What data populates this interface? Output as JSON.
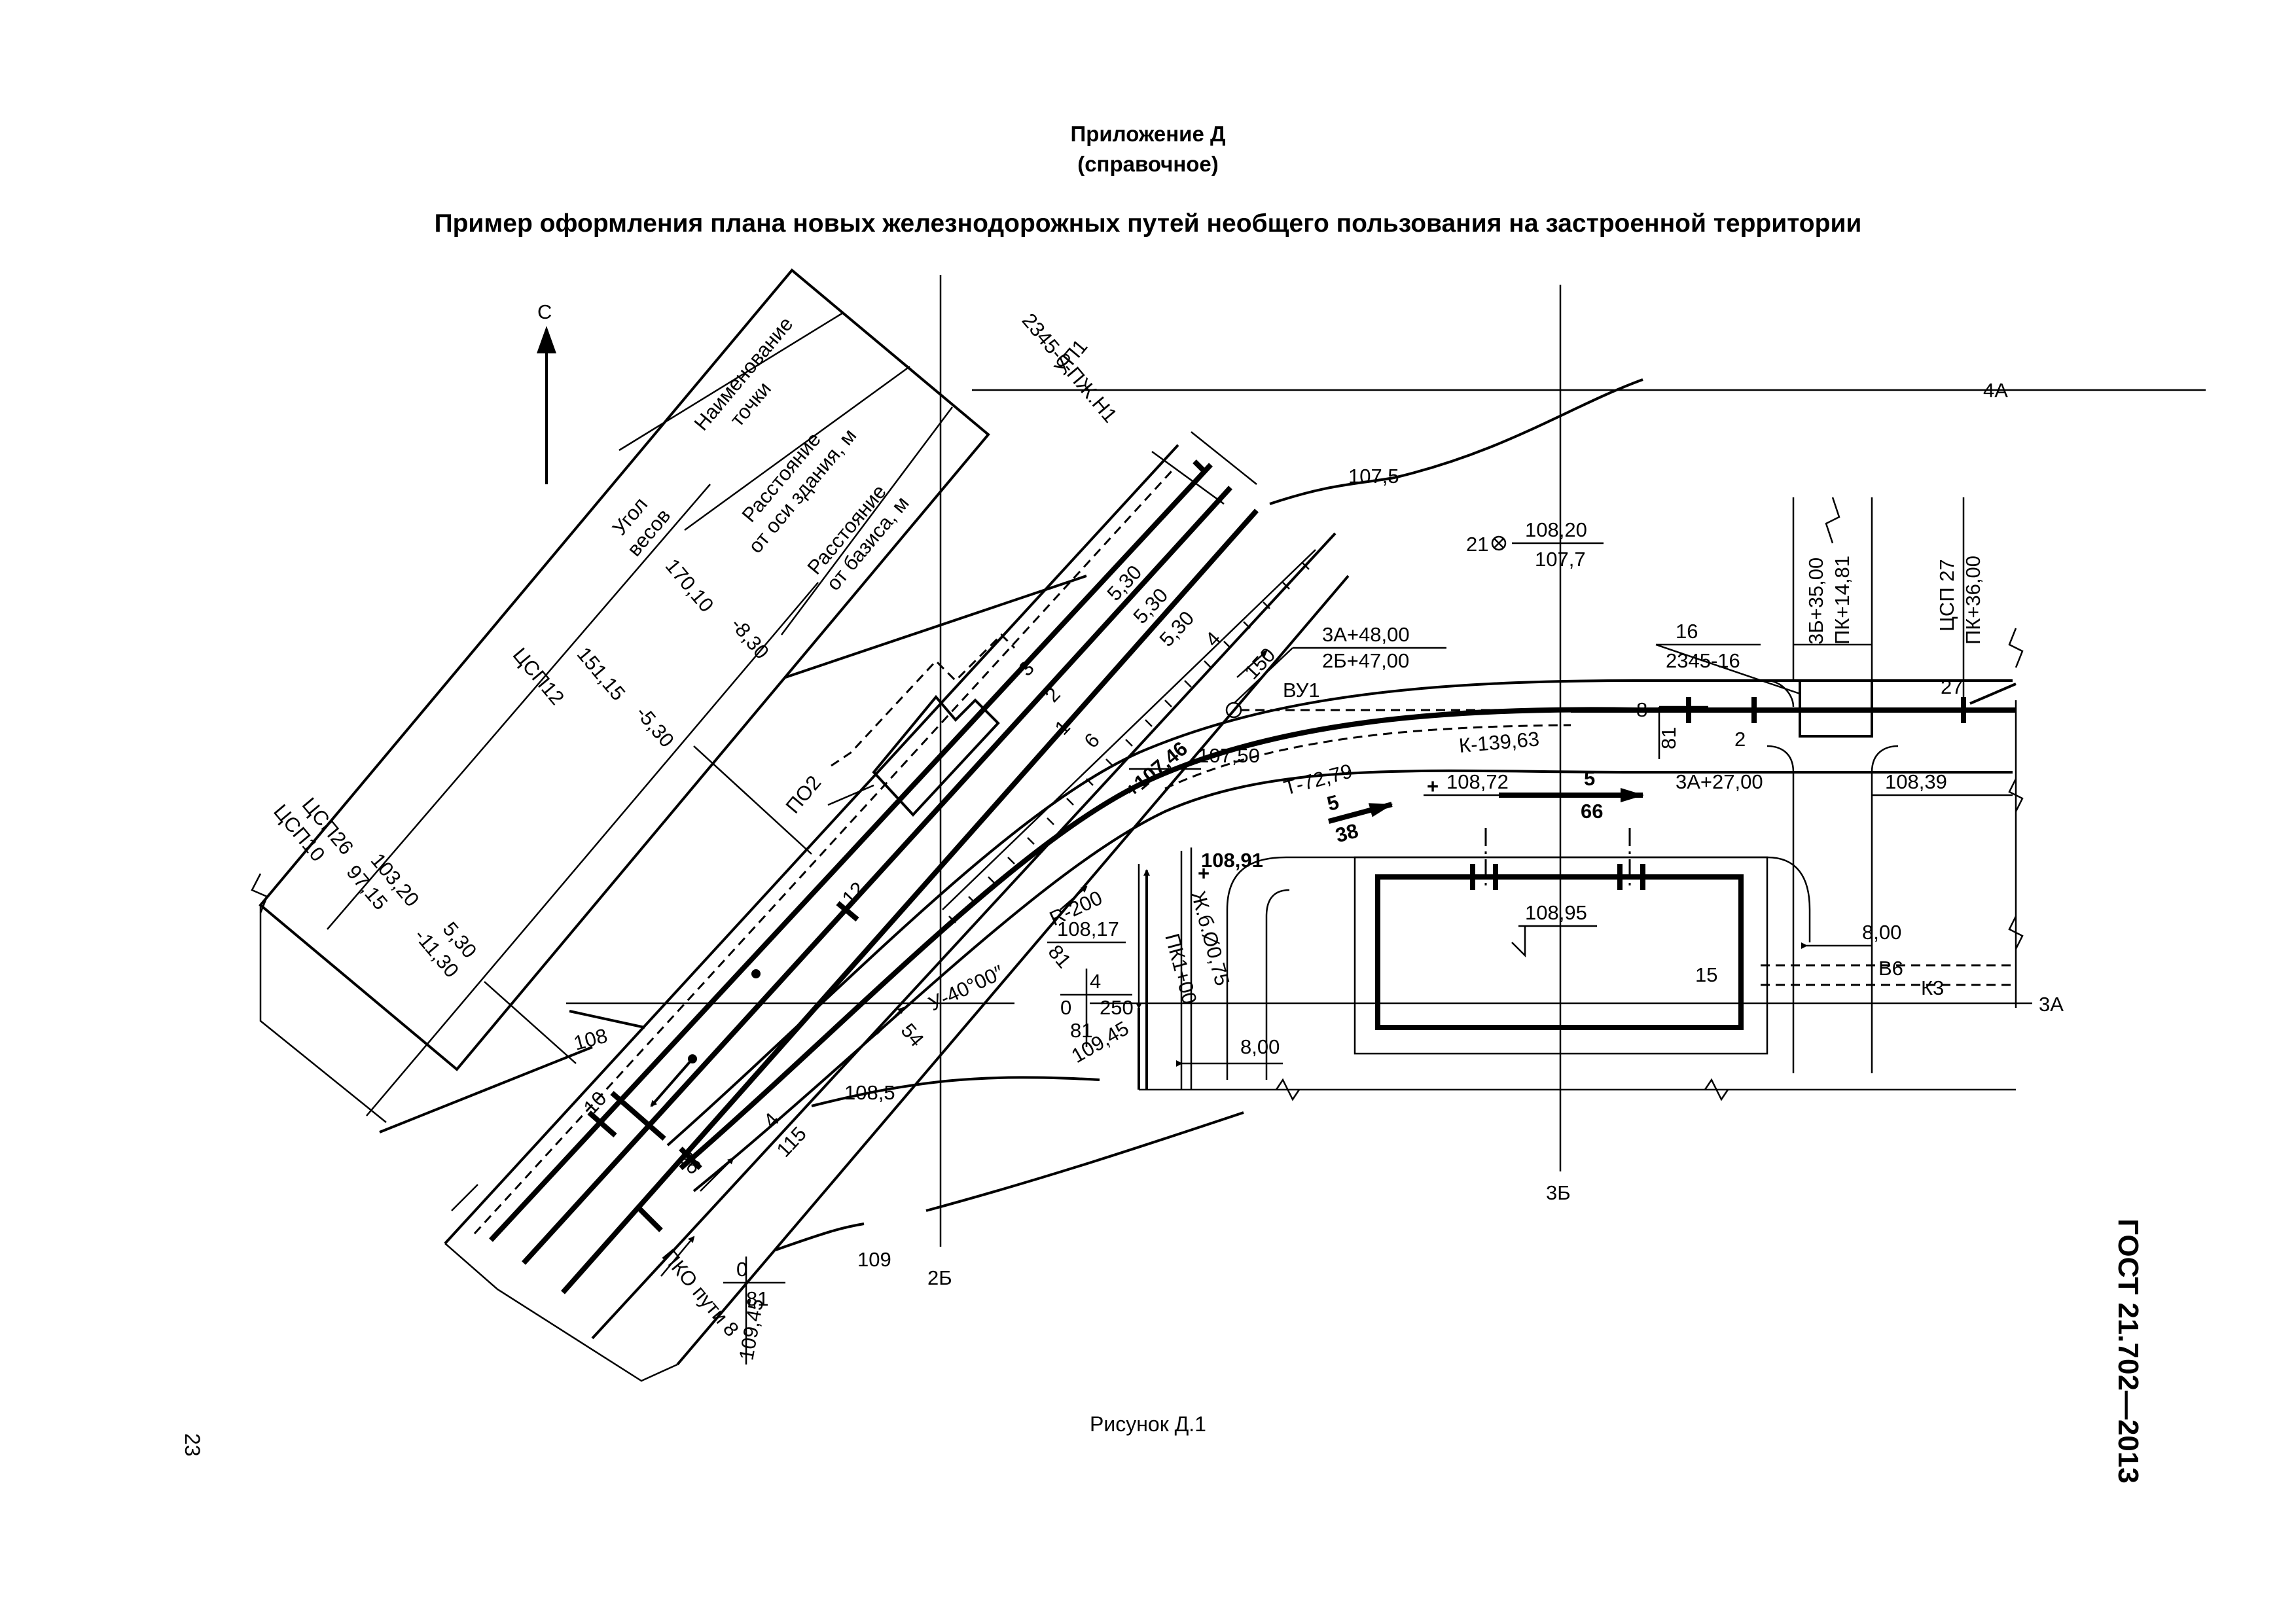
{
  "header": {
    "appendix": "Приложение Д",
    "appendix_type": "(справочное)",
    "title": "Пример оформления плана новых железнодорожных путей необщего пользования на застроенной территории"
  },
  "footer": {
    "figure_caption": "Рисунок Д.1",
    "page_number": "23",
    "doc_code": "ГОСТ 21.702—2013"
  },
  "north": "С",
  "table": {
    "headers": {
      "point_name_1": "Наименование",
      "point_name_2": "точки",
      "angle_1": "Угол",
      "angle_2": "весов",
      "dist_building_1": "Расстояние",
      "dist_building_2": "от оси здания, м",
      "dist_basis_1": "Расстояние",
      "dist_basis_2": "от базиса, м"
    },
    "up1_name": "УП1",
    "up1_code": "2345-0-ПЖ.Н1",
    "rows": [
      {
        "name": "ЦСП12",
        "d1": "170,10",
        "d2": "-8,30"
      },
      {
        "name": "",
        "d1": "151,15",
        "d2": "-5,30"
      },
      {
        "name": "ЦСП26",
        "name2": "ЦСП10",
        "v1": "103,20",
        "v2": "97,15",
        "d1": "5,30",
        "d2": "-11,30"
      }
    ]
  },
  "axes": {
    "a4": "4А",
    "a3": "3А",
    "b3": "3Б",
    "b2": "2Б"
  },
  "labels": {
    "e107_5": "107,5",
    "e108_5": "108,5",
    "e109": "109",
    "e108": "108",
    "p21_top": "108,20",
    "p21_bottom": "107,7",
    "p21": "21",
    "s16": "16",
    "s16_code": "2345-16",
    "pk_35": "3Б+35,00",
    "pk_14": "ПК+14,81",
    "csp27": "ЦСП 27",
    "pk_36": "ПК+36,00",
    "n27": "27",
    "a48": "3А+48,00",
    "b47": "2Б+47,00",
    "vu1": "ВУ1",
    "n8": "8",
    "n81": "81",
    "n2": "2",
    "k_curve": "К-139,63",
    "t_curve": "Т-72,79",
    "r_curve": "R-200",
    "y_angle": "У-40°00″",
    "e107_46": "+107,46",
    "e107_50": "107,50",
    "e108_72": "108,72",
    "grade5": "5",
    "grade66": "66",
    "grade38": "38",
    "a27": "3А+27,00",
    "e108_39": "108,39",
    "e108_91": "108,91",
    "e108_95": "108,95",
    "e108_17": "108,17",
    "n15": "15",
    "d8_a": "8,00",
    "d8_b": "8,00",
    "b6": "В6",
    "k3": "К3",
    "zhb": "Ж.б.Ø0,75",
    "pk1": "ПК1+00",
    "prof_0": "0",
    "prof_4": "4",
    "prof_81": "81",
    "prof_250": "250",
    "prof_109_45": "109,45",
    "pko": "ПКО пути 8",
    "pko_0": "0",
    "pko_81": "81",
    "pko_109_45": "109,45",
    "po2": "ПО2",
    "track1": "1",
    "track2": "2",
    "track3": "3",
    "track4": "4",
    "track6": "6",
    "n12": "12",
    "n10": "10",
    "n26": "26",
    "n4b": "4",
    "n115": "115",
    "n54": "54",
    "n150": "150",
    "n4c": "4",
    "sp530a": "5,30",
    "sp530b": "5,30",
    "sp530c": "5,30"
  }
}
